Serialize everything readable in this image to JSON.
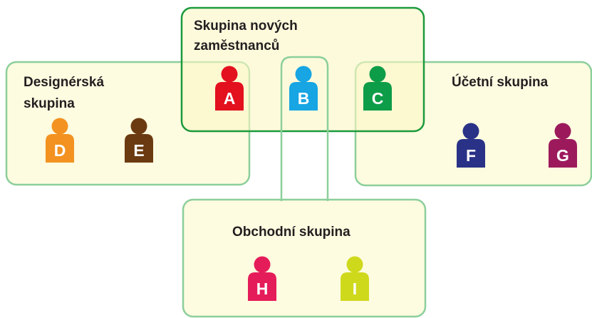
{
  "groups": {
    "design": {
      "label_lines": [
        "Designérská",
        "skupina"
      ]
    },
    "newhires": {
      "label_lines": [
        "Skupina nových",
        "zaměstnanců"
      ]
    },
    "accounting": {
      "label_lines": [
        "Účetní skupina"
      ]
    },
    "sales": {
      "label_lines": [
        "Obchodní skupina"
      ]
    }
  },
  "people": [
    {
      "id": "A",
      "letter": "A",
      "color": "#e3101e"
    },
    {
      "id": "B",
      "letter": "B",
      "color": "#17a5e3"
    },
    {
      "id": "C",
      "letter": "C",
      "color": "#0d9c48"
    },
    {
      "id": "D",
      "letter": "D",
      "color": "#f39220"
    },
    {
      "id": "E",
      "letter": "E",
      "color": "#6b3a10"
    },
    {
      "id": "F",
      "letter": "F",
      "color": "#293287"
    },
    {
      "id": "G",
      "letter": "G",
      "color": "#9c1a5c"
    },
    {
      "id": "H",
      "letter": "H",
      "color": "#e51c5a"
    },
    {
      "id": "I",
      "letter": "I",
      "color": "#cfd91c"
    }
  ],
  "colors": {
    "group_fill": "#fdfbe0",
    "group_border": "#8ccf9a",
    "highlight_fill": "#fcf6c4",
    "highlight_border": "#1b9a3c"
  }
}
